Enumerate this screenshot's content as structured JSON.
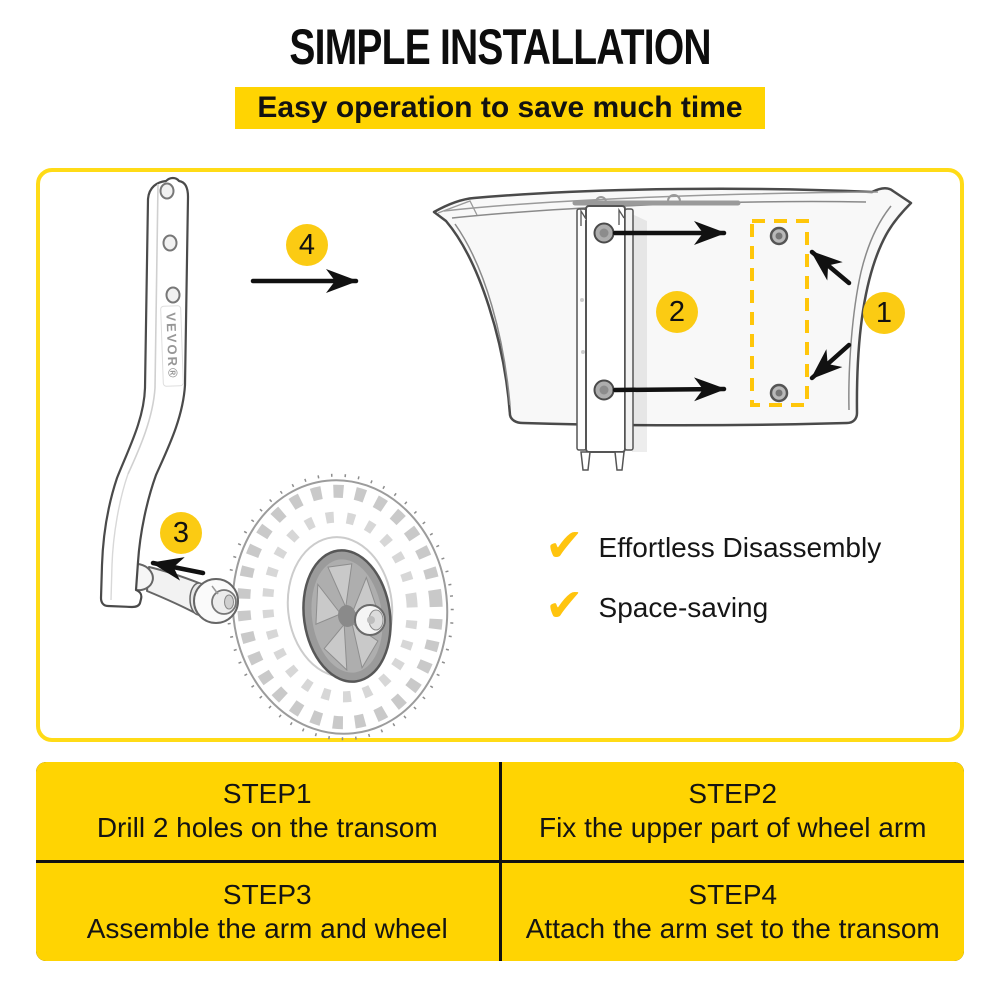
{
  "header": {
    "title": "SIMPLE INSTALLATION",
    "subtitle": "Easy operation to save much time"
  },
  "colors": {
    "accent_yellow": "#FFD402",
    "badge_yellow": "#FBCB13",
    "check_yellow": "#FFC40E",
    "dashed_outline_yellow": "#FFC60A",
    "panel_border_yellow": "#FFDB17",
    "text_black": "#111111"
  },
  "figure": {
    "brand_label": "VEVOR®",
    "check_glyph": "✔",
    "badges": [
      {
        "label": "1"
      },
      {
        "label": "2"
      },
      {
        "label": "3"
      },
      {
        "label": "4"
      }
    ],
    "features": [
      {
        "icon": "check",
        "label": "Effortless Disassembly"
      },
      {
        "icon": "check",
        "label": "Space-saving"
      }
    ]
  },
  "steps": [
    {
      "title": "STEP1",
      "description": "Drill 2 holes on the transom"
    },
    {
      "title": "STEP2",
      "description": "Fix the upper part of wheel arm"
    },
    {
      "title": "STEP3",
      "description": "Assemble the arm and wheel"
    },
    {
      "title": "STEP4",
      "description": "Attach the arm set to the transom"
    }
  ]
}
